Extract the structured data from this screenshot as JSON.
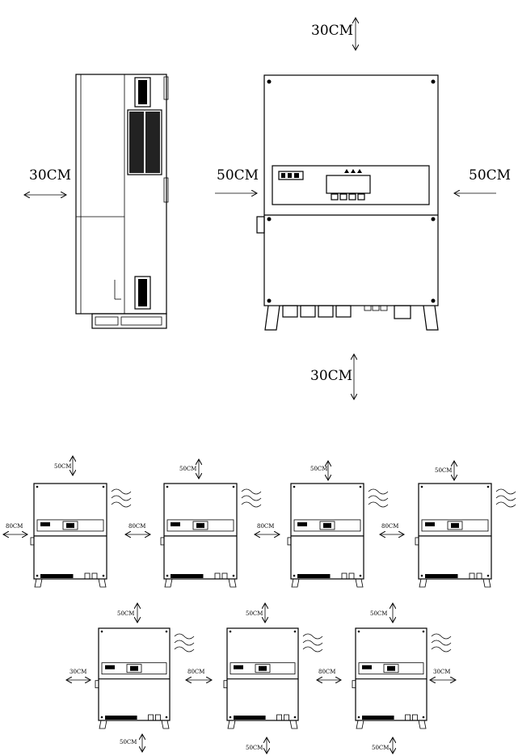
{
  "top": {
    "clear_top": "30CM",
    "clear_side": "30CM",
    "clear_left": "50CM",
    "clear_right": "50CM",
    "clear_bottom": "30CM"
  },
  "row1": {
    "top": [
      "50CM",
      "50CM",
      "50CM",
      "50CM"
    ],
    "left": "80CM",
    "between": [
      "80CM",
      "80CM",
      "80CM"
    ]
  },
  "row2": {
    "top": [
      "50CM",
      "50CM",
      "50CM"
    ],
    "left": "30CM",
    "between": [
      "80CM",
      "80CM"
    ],
    "right": "30CM",
    "bottom": [
      "50CM",
      "50CM",
      "50CM"
    ]
  }
}
